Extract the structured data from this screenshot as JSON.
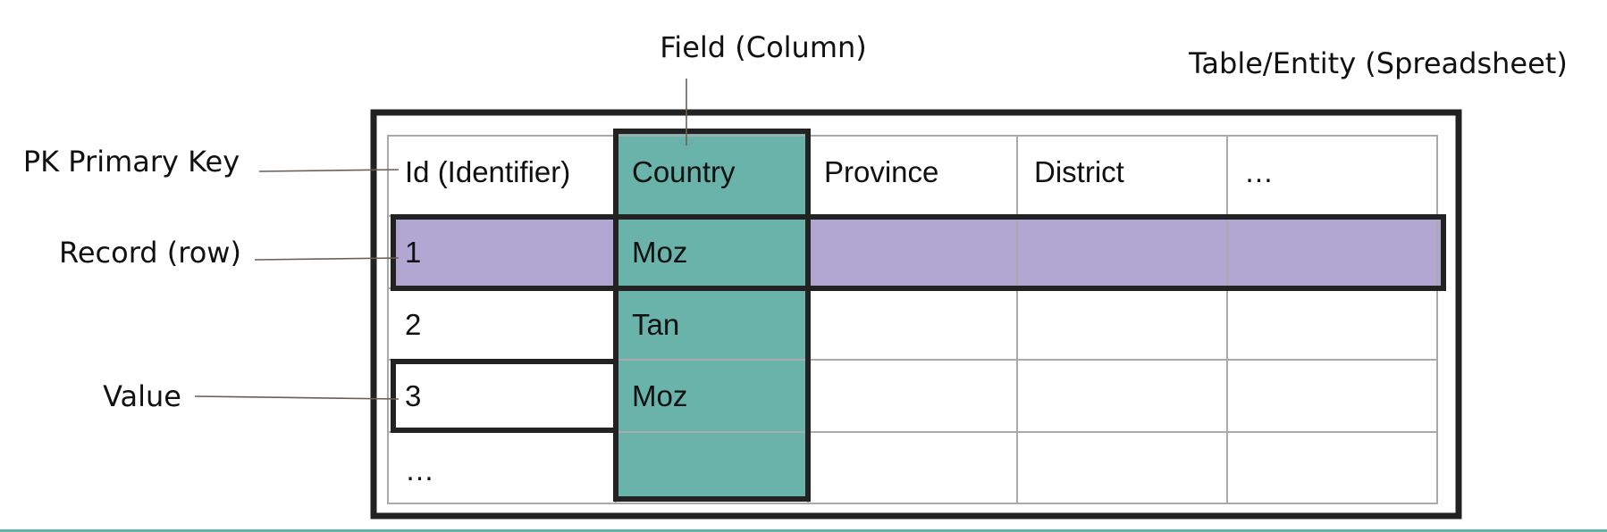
{
  "labels": {
    "field": "Field (Column)",
    "table": "Table/Entity (Spreadsheet)",
    "pk": "PK Primary Key",
    "record": "Record (row)",
    "value": "Value"
  },
  "table": {
    "headers": [
      "Id (Identifier)",
      "Country",
      "Province",
      "District",
      "…"
    ],
    "rows": [
      [
        "1",
        "Moz",
        "",
        "",
        ""
      ],
      [
        "2",
        "Tan",
        "",
        "",
        ""
      ],
      [
        "3",
        "Moz",
        "",
        "",
        ""
      ],
      [
        "…",
        "",
        "",
        "",
        ""
      ]
    ]
  },
  "colors": {
    "field_highlight": "#69b3ab",
    "record_highlight": "#b1a7d2",
    "outline": "#222222",
    "grid": "#aaaaaa",
    "leader": "#6b5f55",
    "bottom_rule": "#5fb8a8"
  }
}
